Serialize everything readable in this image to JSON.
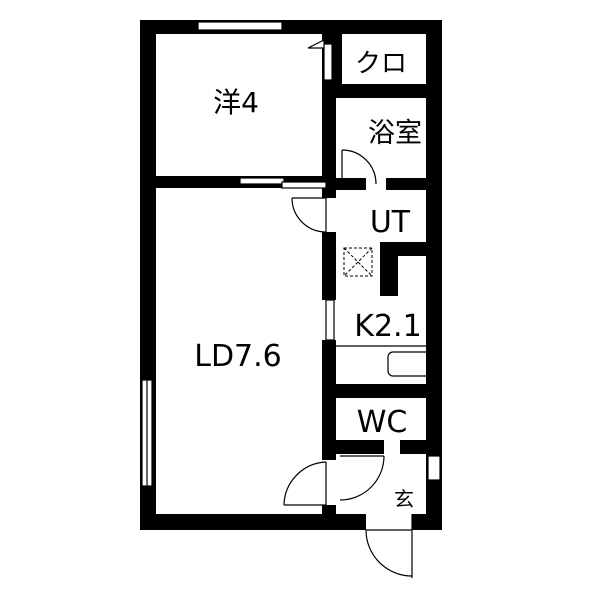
{
  "floor_plan": {
    "rooms": {
      "western_room": "洋4",
      "closet": "クロ",
      "bathroom": "浴室",
      "utility": "UT",
      "kitchen": "K2.1",
      "living_dining": "LD7.6",
      "toilet": "WC",
      "entrance": "玄"
    },
    "colors": {
      "wall": "#000000",
      "background": "#ffffff"
    }
  }
}
